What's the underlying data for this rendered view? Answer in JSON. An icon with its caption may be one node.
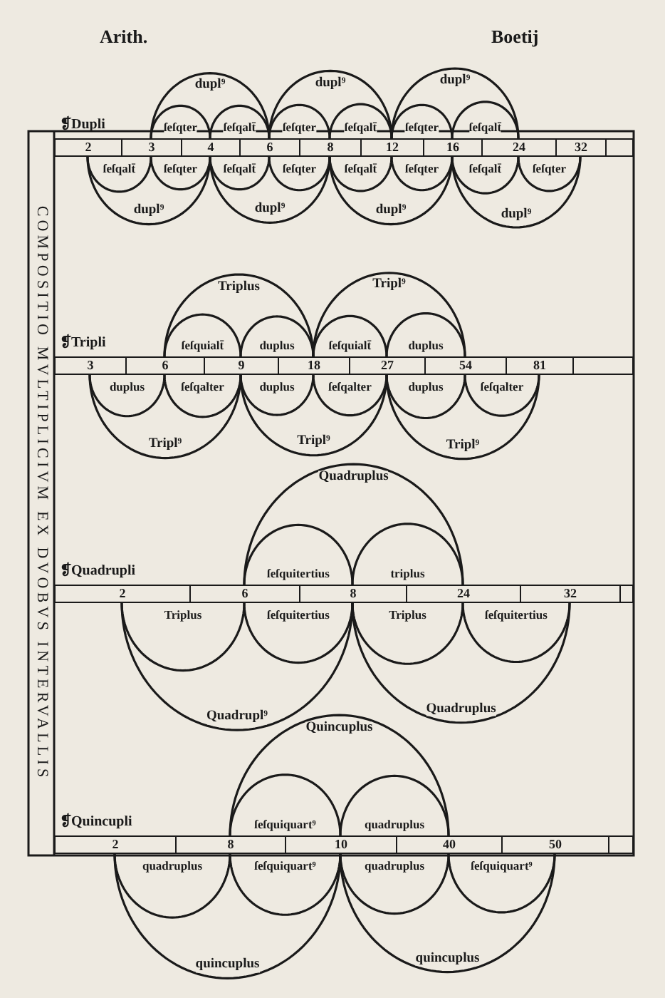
{
  "diagram": {
    "title": "COMPOSITIO MVLTIPLICIVM EX DVOBVS INTERVALLIS",
    "nodes": [
      {
        "text": [
          "2"
        ]
      },
      {
        "text": [
          "3"
        ]
      },
      {
        "text": [
          "4"
        ]
      },
      {
        "text": [
          "6"
        ]
      },
      {
        "text": [
          "8"
        ]
      },
      {
        "text": [
          "12"
        ]
      },
      {
        "text": [
          "16"
        ]
      },
      {
        "text": [
          "24"
        ]
      },
      {
        "text": [
          "32"
        ]
      },
      {
        "text": [],
        "shape": "box"
      },
      {
        "text": [
          "3"
        ]
      },
      {
        "text": [
          "6"
        ]
      },
      {
        "text": [
          "9"
        ]
      },
      {
        "text": [
          "18"
        ]
      },
      {
        "text": [
          "27"
        ]
      },
      {
        "text": [
          "54"
        ]
      },
      {
        "text": [
          "81"
        ]
      },
      {
        "text": [],
        "shape": "box"
      },
      {
        "text": [
          "2"
        ]
      },
      {
        "text": [
          "6"
        ]
      },
      {
        "text": [
          "8"
        ]
      },
      {
        "text": [
          "24"
        ]
      },
      {
        "text": [
          "32"
        ]
      },
      {
        "text": [],
        "shape": "box"
      },
      {
        "text": [
          "2"
        ]
      },
      {
        "text": [
          "8"
        ]
      },
      {
        "text": [
          "10"
        ]
      },
      {
        "text": [
          "40"
        ]
      },
      {
        "text": [
          "50"
        ]
      },
      {
        "text": [],
        "shape": "box"
      }
    ],
    "edges": [
      {
        "from": 1,
        "to": 2,
        "arrow": "none",
        "label": "ſeſqter"
      },
      {
        "from": 2,
        "to": 3,
        "arrow": "none",
        "label": "ſeſqalt̄"
      },
      {
        "from": 1,
        "to": 3,
        "arrow": "none",
        "label": "dupl⁹"
      },
      {
        "from": 3,
        "to": 4,
        "arrow": "none",
        "label": "ſeſqter"
      },
      {
        "from": 4,
        "to": 5,
        "arrow": "none",
        "label": "ſeſqalt̄"
      },
      {
        "from": 3,
        "to": 5,
        "arrow": "none",
        "label": "dupl⁹"
      },
      {
        "from": 5,
        "to": 6,
        "arrow": "none",
        "label": "ſeſqter"
      },
      {
        "from": 6,
        "to": 7,
        "arrow": "none",
        "label": "ſeſqalt̄"
      },
      {
        "from": 5,
        "to": 7,
        "arrow": "none",
        "label": "dupl⁹"
      },
      {
        "from": 0,
        "to": 1,
        "arrow": "none",
        "label": "ſeſqalt̄"
      },
      {
        "from": 1,
        "to": 2,
        "arrow": "none",
        "label": "ſeſqter"
      },
      {
        "from": 0,
        "to": 2,
        "arrow": "none",
        "label": "dupl⁹"
      },
      {
        "from": 2,
        "to": 3,
        "arrow": "none",
        "label": "ſeſqalt̄"
      },
      {
        "from": 3,
        "to": 4,
        "arrow": "none",
        "label": "ſeſqter"
      },
      {
        "from": 2,
        "to": 4,
        "arrow": "none",
        "label": "dupl⁹"
      },
      {
        "from": 4,
        "to": 5,
        "arrow": "none",
        "label": "ſeſqalt̄"
      },
      {
        "from": 5,
        "to": 6,
        "arrow": "none",
        "label": "ſeſqter"
      },
      {
        "from": 4,
        "to": 6,
        "arrow": "none",
        "label": "dupl⁹"
      },
      {
        "from": 6,
        "to": 7,
        "arrow": "none",
        "label": "ſeſqalt̄"
      },
      {
        "from": 7,
        "to": 8,
        "arrow": "none",
        "label": "ſeſqter"
      },
      {
        "from": 6,
        "to": 8,
        "arrow": "none",
        "label": "dupl⁹"
      },
      {
        "from": 11,
        "to": 12,
        "arrow": "none",
        "label": "ſeſquialt̄"
      },
      {
        "from": 12,
        "to": 13,
        "arrow": "none",
        "label": "duplus"
      },
      {
        "from": 11,
        "to": 13,
        "arrow": "none",
        "label": "Triplus"
      },
      {
        "from": 13,
        "to": 14,
        "arrow": "none",
        "label": "ſeſquialt̄"
      },
      {
        "from": 14,
        "to": 15,
        "arrow": "none",
        "label": "duplus"
      },
      {
        "from": 13,
        "to": 15,
        "arrow": "none",
        "label": "Tripl⁹"
      },
      {
        "from": 10,
        "to": 11,
        "arrow": "none",
        "label": "duplus"
      },
      {
        "from": 11,
        "to": 12,
        "arrow": "none",
        "label": "ſeſqalter"
      },
      {
        "from": 10,
        "to": 12,
        "arrow": "none",
        "label": "Tripl⁹"
      },
      {
        "from": 12,
        "to": 13,
        "arrow": "none",
        "label": "duplus"
      },
      {
        "from": 13,
        "to": 14,
        "arrow": "none",
        "label": "ſeſqalter"
      },
      {
        "from": 12,
        "to": 14,
        "arrow": "none",
        "label": "Tripl⁹"
      },
      {
        "from": 14,
        "to": 15,
        "arrow": "none",
        "label": "duplus"
      },
      {
        "from": 15,
        "to": 16,
        "arrow": "none",
        "label": "ſeſqalter"
      },
      {
        "from": 14,
        "to": 16,
        "arrow": "none",
        "label": "Tripl⁹"
      },
      {
        "from": 19,
        "to": 20,
        "arrow": "none",
        "label": "ſeſquitertius"
      },
      {
        "from": 20,
        "to": 21,
        "arrow": "none",
        "label": "triplus"
      },
      {
        "from": 19,
        "to": 21,
        "arrow": "none",
        "label": "Quadruplus"
      },
      {
        "from": 18,
        "to": 19,
        "arrow": "none",
        "label": "Triplus"
      },
      {
        "from": 19,
        "to": 20,
        "arrow": "none",
        "label": "ſeſquitertius"
      },
      {
        "from": 18,
        "to": 20,
        "arrow": "none",
        "label": "Quadrupl⁹"
      },
      {
        "from": 20,
        "to": 21,
        "arrow": "none",
        "label": "Triplus"
      },
      {
        "from": 21,
        "to": 22,
        "arrow": "none",
        "label": "ſeſquitertius"
      },
      {
        "from": 20,
        "to": 22,
        "arrow": "none",
        "label": "Quadruplus"
      },
      {
        "from": 25,
        "to": 26,
        "arrow": "none",
        "label": "ſeſquiquart⁹"
      },
      {
        "from": 26,
        "to": 27,
        "arrow": "none",
        "label": "quadruplus"
      },
      {
        "from": 25,
        "to": 27,
        "arrow": "none",
        "label": "Quincuplus"
      },
      {
        "from": 24,
        "to": 25,
        "arrow": "none",
        "label": "quadruplus"
      },
      {
        "from": 25,
        "to": 26,
        "arrow": "none",
        "label": "ſeſquiquart⁹"
      },
      {
        "from": 24,
        "to": 26,
        "arrow": "none",
        "label": "quincuplus"
      },
      {
        "from": 26,
        "to": 27,
        "arrow": "none",
        "label": "quadruplus"
      },
      {
        "from": 27,
        "to": 28,
        "arrow": "none",
        "label": "ſeſquiquart⁹"
      },
      {
        "from": 26,
        "to": 28,
        "arrow": "none",
        "label": "quincuplus"
      }
    ],
    "labels": [
      "Arith.",
      "Boetij",
      "❡Dupli",
      "❡Tripli",
      "❡Quadrupli",
      "❡Quincupli"
    ]
  }
}
